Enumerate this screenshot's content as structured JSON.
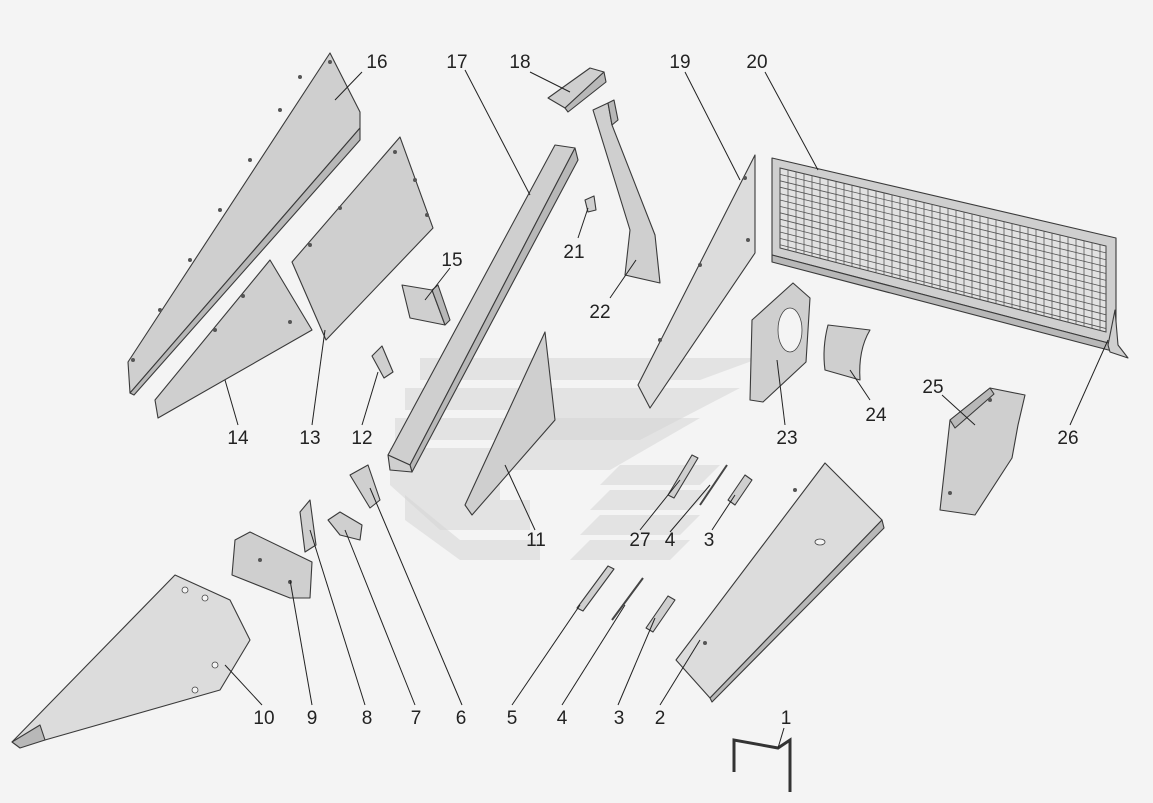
{
  "diagram": {
    "callouts": [
      {
        "id": "c1",
        "label": "1"
      },
      {
        "id": "c2",
        "label": "2"
      },
      {
        "id": "c3a",
        "label": "3"
      },
      {
        "id": "c3b",
        "label": "3"
      },
      {
        "id": "c4a",
        "label": "4"
      },
      {
        "id": "c4b",
        "label": "4"
      },
      {
        "id": "c5",
        "label": "5"
      },
      {
        "id": "c6",
        "label": "6"
      },
      {
        "id": "c7",
        "label": "7"
      },
      {
        "id": "c8",
        "label": "8"
      },
      {
        "id": "c9",
        "label": "9"
      },
      {
        "id": "c10",
        "label": "10"
      },
      {
        "id": "c11",
        "label": "11"
      },
      {
        "id": "c12",
        "label": "12"
      },
      {
        "id": "c13",
        "label": "13"
      },
      {
        "id": "c14",
        "label": "14"
      },
      {
        "id": "c15",
        "label": "15"
      },
      {
        "id": "c16",
        "label": "16"
      },
      {
        "id": "c17",
        "label": "17"
      },
      {
        "id": "c18",
        "label": "18"
      },
      {
        "id": "c19",
        "label": "19"
      },
      {
        "id": "c20",
        "label": "20"
      },
      {
        "id": "c21",
        "label": "21"
      },
      {
        "id": "c22",
        "label": "22"
      },
      {
        "id": "c23",
        "label": "23"
      },
      {
        "id": "c24",
        "label": "24"
      },
      {
        "id": "c25",
        "label": "25"
      },
      {
        "id": "c26",
        "label": "26"
      },
      {
        "id": "c27",
        "label": "27"
      }
    ]
  }
}
